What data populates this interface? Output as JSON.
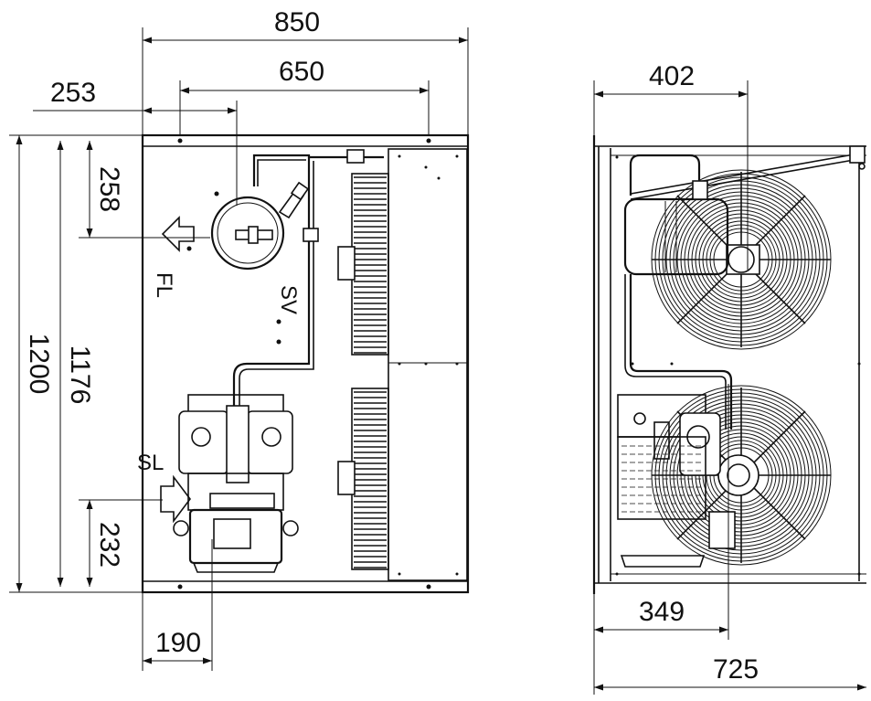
{
  "dimensions": {
    "top_width": "850",
    "inner_width": "650",
    "left_offset": "253",
    "height_outer": "1200",
    "height_inner": "1176",
    "fl_offset": "258",
    "sl_offset": "232",
    "bottom_offset": "190",
    "side_top": "402",
    "side_mid": "349",
    "side_depth": "725"
  },
  "labels": {
    "fl": "FL",
    "sv": "SV",
    "sl": "SL"
  }
}
